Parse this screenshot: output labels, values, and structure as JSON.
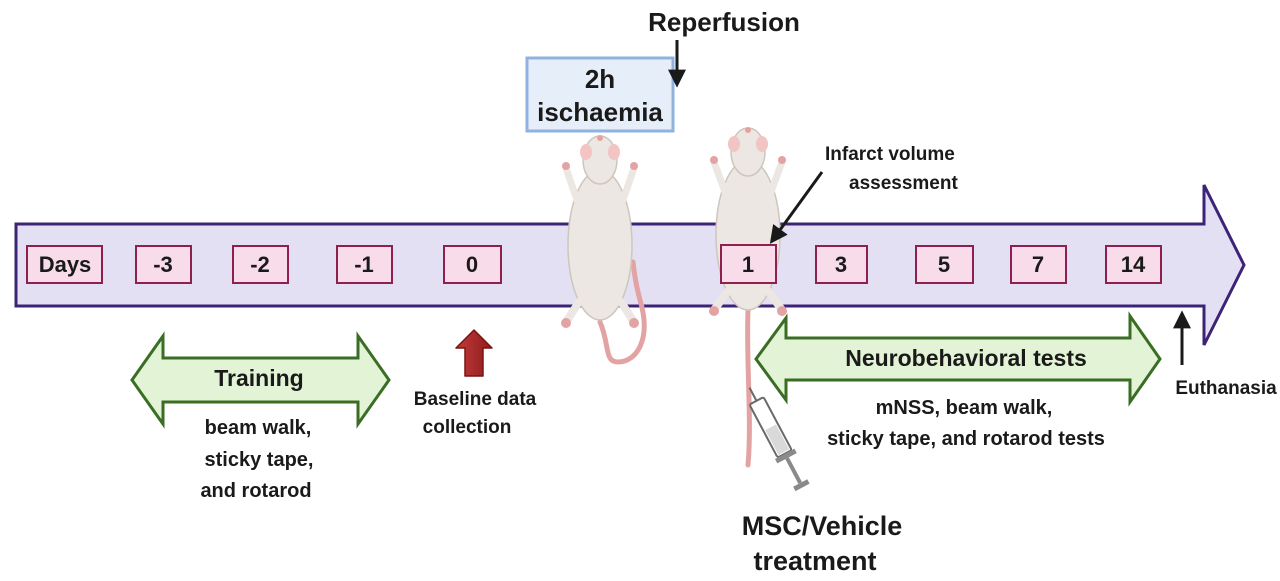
{
  "timeline": {
    "days_label": "Days",
    "days": [
      "-3",
      "-2",
      "-1",
      "0",
      "1",
      "3",
      "5",
      "7",
      "14"
    ]
  },
  "ischaemia": {
    "line1": "2h",
    "line2": "ischaemia"
  },
  "reperfusion": "Reperfusion",
  "infarct": {
    "line1": "Infarct volume",
    "line2": "assessment"
  },
  "training": {
    "label": "Training",
    "desc1": "beam walk,",
    "desc2": "sticky tape,",
    "desc3": "and  rotarod"
  },
  "baseline": {
    "line1": "Baseline data",
    "line2": "collection"
  },
  "neuro": {
    "label": "Neurobehavioral tests",
    "desc1": "mNSS, beam walk,",
    "desc2": "sticky tape, and  rotarod  tests"
  },
  "euthanasia": "Euthanasia",
  "treatment": {
    "line1": "MSC/Vehicle",
    "line2": "treatment"
  },
  "colors": {
    "timeline_fill": "#e4e0f4",
    "timeline_stroke": "#3d2378",
    "day_box_fill": "#f9dcea",
    "day_box_stroke": "#8e1f4e",
    "green_fill": "#e3f3d6",
    "green_stroke": "#3a6e24",
    "ischaemia_fill": "#e6eef9",
    "ischaemia_stroke": "#8fb3de",
    "baseline_arrow": "#b02a2a"
  }
}
